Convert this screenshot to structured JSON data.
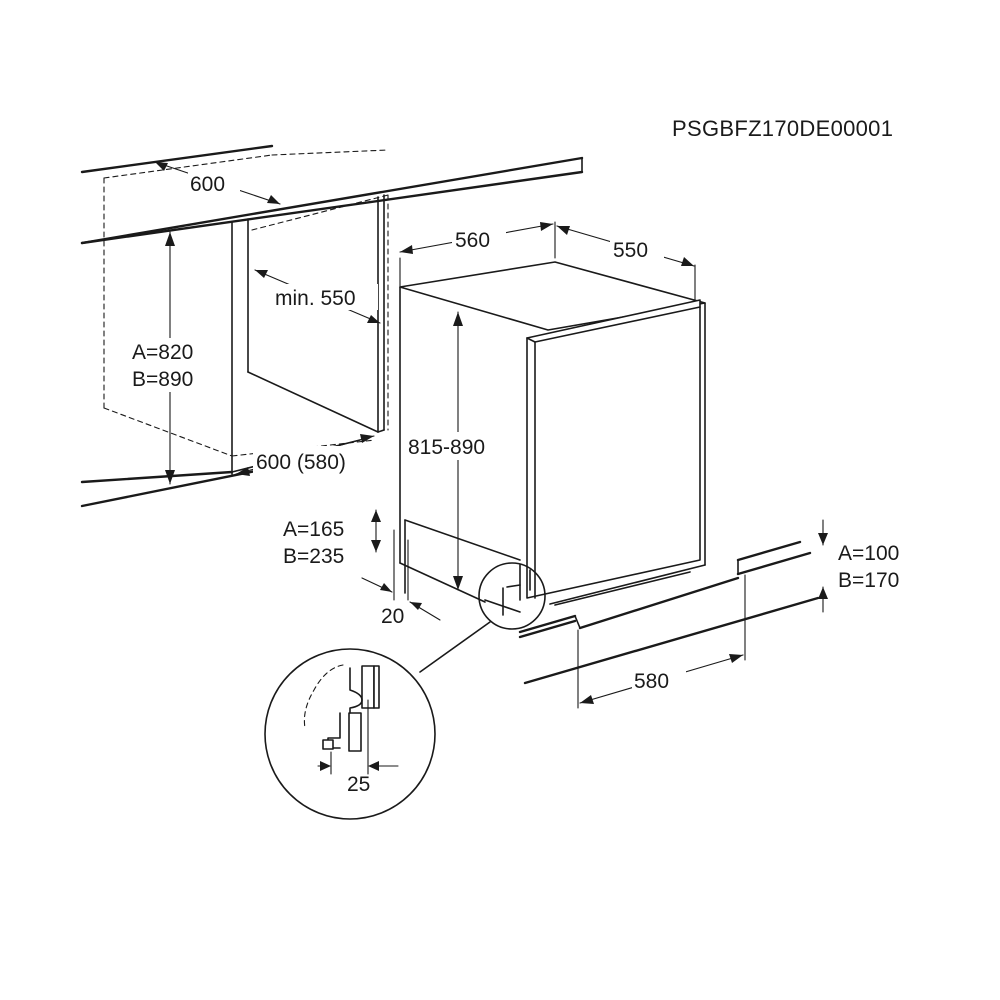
{
  "diagram_code": "PSGBFZ170DE00001",
  "dimensions": {
    "niche_depth": "600",
    "min_width": "min. 550",
    "height_a": "A=820",
    "height_b": "B=890",
    "niche_width": "600 (580)",
    "appliance_width": "560",
    "appliance_depth": "550",
    "appliance_height": "815-890",
    "plinth_a": "A=165",
    "plinth_b": "B=235",
    "plinth_offset": "20",
    "kick_a": "A=100",
    "kick_b": "B=170",
    "plinth_length": "580",
    "detail_gap": "25"
  },
  "colors": {
    "line": "#1a1a1a",
    "background": "#ffffff"
  }
}
